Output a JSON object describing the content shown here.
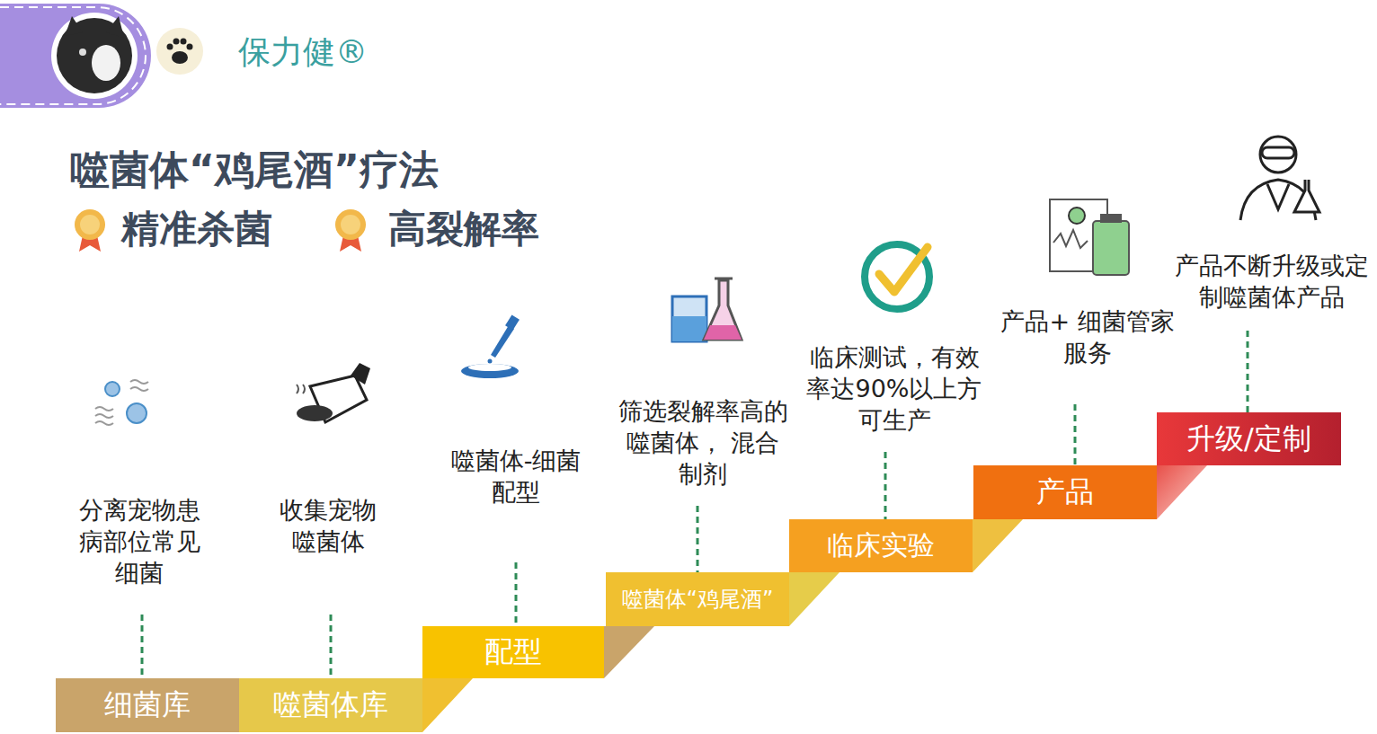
{
  "diagram": {
    "title": "噬菌体“鸡尾酒”疗法",
    "nodes": [
      {
        "text": [
          "细菌库"
        ]
      },
      {
        "text": [
          "噬菌体库"
        ]
      },
      {
        "text": [
          "配型"
        ]
      },
      {
        "text": [
          "噬菌体“鸡尾酒”"
        ]
      },
      {
        "text": [
          "临床实验"
        ]
      },
      {
        "text": [
          "产品"
        ]
      },
      {
        "text": [
          "升级/定制"
        ]
      }
    ],
    "labels": [
      "保力健®",
      "精准杀菌",
      "高裂解率",
      "分离宠物患病部位常见细菌",
      "收集宠物噬菌体",
      "噬菌体-细菌配型",
      "筛选裂解率高的噬菌体， 混合制剂",
      "临床测试，有效率达90%以上方可生产",
      "产品+ 细菌管家服务",
      "产品不断升级或定制噬菌体产品"
    ]
  }
}
